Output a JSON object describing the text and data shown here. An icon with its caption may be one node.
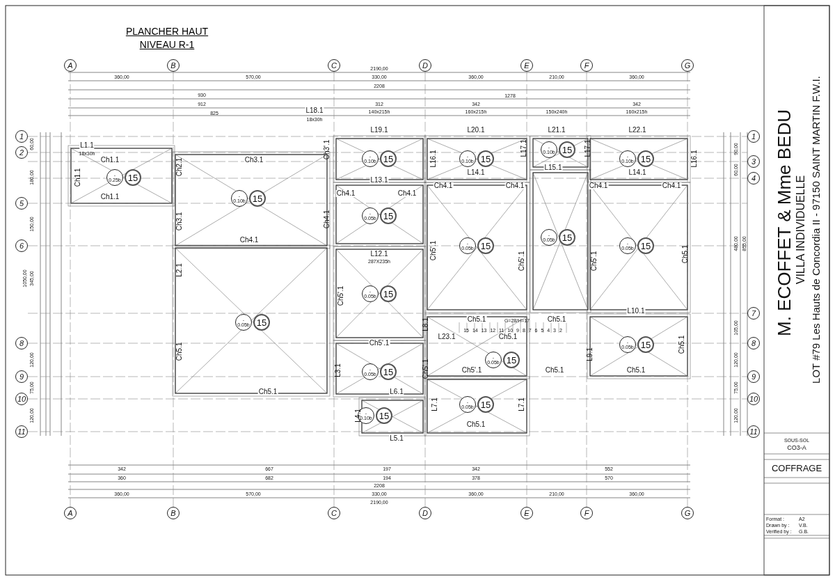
{
  "diagram": {
    "title": "PLANCHER HAUT NIVEAU R-1",
    "nodes": [
      {
        "text": [
          "A"
        ]
      },
      {
        "text": [
          "B"
        ]
      },
      {
        "text": [
          "C"
        ]
      },
      {
        "text": [
          "D"
        ]
      },
      {
        "text": [
          "E"
        ]
      },
      {
        "text": [
          "F"
        ]
      },
      {
        "text": [
          "G"
        ]
      },
      {
        "text": [
          "1"
        ]
      },
      {
        "text": [
          "2"
        ]
      },
      {
        "text": [
          "5"
        ]
      },
      {
        "text": [
          "6"
        ]
      },
      {
        "text": [
          "8"
        ]
      },
      {
        "text": [
          "9"
        ]
      },
      {
        "text": [
          "10"
        ]
      },
      {
        "text": [
          "11"
        ]
      },
      {
        "text": [
          "1"
        ]
      },
      {
        "text": [
          "3"
        ]
      },
      {
        "text": [
          "4"
        ]
      },
      {
        "text": [
          "7"
        ]
      },
      {
        "text": [
          "8"
        ]
      },
      {
        "text": [
          "9"
        ]
      },
      {
        "text": [
          "10"
        ]
      },
      {
        "text": [
          "11"
        ]
      },
      {
        "text": [
          "-",
          "0.25b"
        ]
      },
      {
        "text": [
          "15"
        ]
      },
      {
        "text": [
          "-",
          "0.10b"
        ]
      },
      {
        "text": [
          "15"
        ]
      },
      {
        "text": [
          "-",
          "0.10b"
        ]
      },
      {
        "text": [
          "15"
        ]
      },
      {
        "text": [
          "-",
          "0.10b"
        ]
      },
      {
        "text": [
          "15"
        ]
      },
      {
        "text": [
          "-",
          "0.10b"
        ]
      },
      {
        "text": [
          "15"
        ]
      },
      {
        "text": [
          "-",
          "0.10b"
        ]
      },
      {
        "text": [
          "15"
        ]
      },
      {
        "text": [
          "-",
          "0.05b"
        ]
      },
      {
        "text": [
          "15"
        ]
      },
      {
        "text": [
          "-",
          "0.05b"
        ]
      },
      {
        "text": [
          "15"
        ]
      },
      {
        "text": [
          "-",
          "0.05b"
        ]
      },
      {
        "text": [
          "15"
        ]
      },
      {
        "text": [
          "-",
          "0.05b"
        ]
      },
      {
        "text": [
          "15"
        ]
      },
      {
        "text": [
          "-",
          "0.05b"
        ]
      },
      {
        "text": [
          "15"
        ]
      },
      {
        "text": [
          "-",
          "0.05b"
        ]
      },
      {
        "text": [
          "15"
        ]
      },
      {
        "text": [
          "-",
          "0.05b"
        ]
      },
      {
        "text": [
          "15"
        ]
      },
      {
        "text": [
          "-",
          "0.05b"
        ]
      },
      {
        "text": [
          "15"
        ]
      },
      {
        "text": [
          "-",
          "0.05b"
        ]
      },
      {
        "text": [
          "15"
        ]
      },
      {
        "text": [
          "-",
          "0.10b"
        ]
      },
      {
        "text": [
          "15"
        ]
      },
      {
        "text": [
          "-",
          "0.05b"
        ]
      },
      {
        "text": [
          "15"
        ]
      },
      {
        "text": [
          "A"
        ]
      },
      {
        "text": [
          "B"
        ]
      },
      {
        "text": [
          "C"
        ]
      },
      {
        "text": [
          "D"
        ]
      },
      {
        "text": [
          "E"
        ]
      },
      {
        "text": [
          "F"
        ]
      },
      {
        "text": [
          "G"
        ]
      }
    ],
    "edges": [],
    "labels": [
      "2190,00",
      "360,00",
      "570,00",
      "330,00",
      "360,00",
      "210,00",
      "360,00",
      "2208",
      "930",
      "1278",
      "912",
      "312",
      "342",
      "342",
      "825",
      "140x215h",
      "160x215h",
      "150x240h",
      "160x215h",
      "L18.1",
      "18x30h",
      "L19.1",
      "L20.1",
      "L21.1",
      "L22.1",
      "L1.1",
      "18x30h",
      "Ch1.1",
      "Ch3.1",
      "L13.1",
      "L14.1",
      "L15.1",
      "L14.1",
      "Ch4.1",
      "Ch4.1",
      "Ch4.1",
      "Ch4.1",
      "Ch4.1",
      "Ch4.1",
      "Ch1.1",
      "Ch4.1",
      "L12.1",
      "287X235h",
      "L10.1",
      "Ch5.1",
      "Ch5.1",
      "L23.1",
      "Ch5.1",
      "Ch5'.1",
      "Ch5'.1",
      "Ch5.1",
      "Ch5.1",
      "Ch5.1",
      "L6.1",
      "Ch5.1",
      "L5.1",
      "Ch1.1",
      "Ch2.1",
      "Ch3.1",
      "Ch3'.1",
      "Ch4.1",
      "L16.1",
      "L17.1",
      "L17.1",
      "L16.1",
      "Ch5'.1",
      "Ch5'.1",
      "Ch5'.1",
      "Ch5.1",
      "L2.1",
      "Ch5'.1",
      "Ch5.1",
      "L8.1",
      "L3.1",
      "Ch5'.1",
      "L9.1",
      "Ch5.1",
      "L4.1",
      "L7.1",
      "L7.1",
      "60,00",
      "180,00",
      "150,00",
      "1050,00",
      "345,00",
      "120,00",
      "75,00",
      "120,00",
      "90,00",
      "60,00",
      "480,00",
      "855,00",
      "105,00",
      "120,00",
      "75,00",
      "120,00",
      "342",
      "667",
      "197",
      "342",
      "552",
      "360",
      "682",
      "194",
      "378",
      "570",
      "2208",
      "360,00",
      "570,00",
      "330,00",
      "360,00",
      "210,00",
      "360,00",
      "2190,00",
      "M. ECOFFET & Mme BEDU",
      "VILLA INDIVIDUELLE",
      "LOT #79 Les Hauts de Concordia II - 97150 SAINT MARTIN F.W.I.",
      "SOUS-SOL",
      "CO3-A",
      "COFFRAGE",
      "Format :",
      "A2",
      "Drawn by :",
      "V.B.",
      "Verified by :",
      "G.B.",
      "G=28/H=17",
      "15 14 13 12 11 10 9 8 7 6 5 4 3 2"
    ]
  }
}
